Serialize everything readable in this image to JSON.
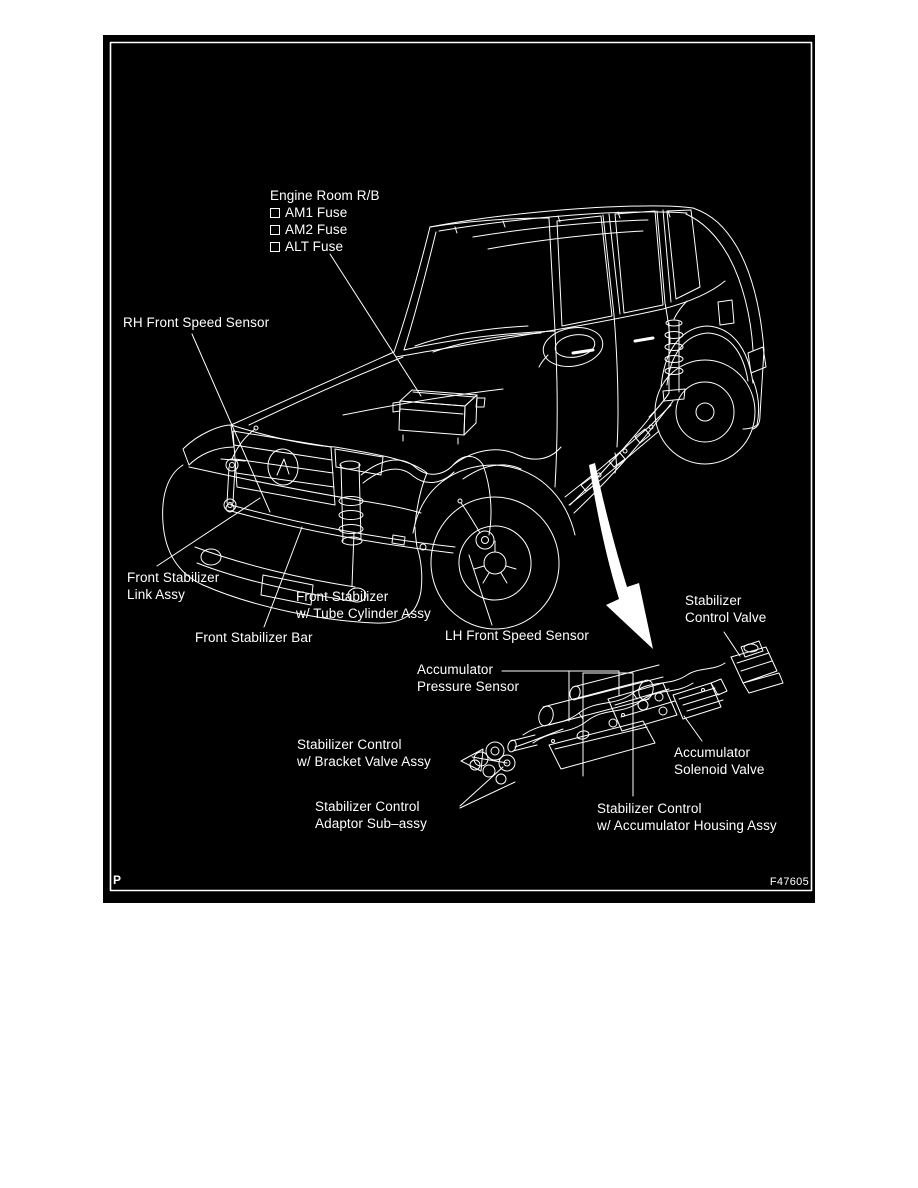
{
  "page": {
    "page_letter": "P",
    "figure_code": "F47605"
  },
  "colors": {
    "page_background": "#ffffff",
    "panel_background": "#000000",
    "line_color": "#ffffff",
    "text_color": "#ffffff"
  },
  "diagram": {
    "subject": "SUV front stabilizer and stabilizer control component locations",
    "callouts": {
      "engine_room_rb": {
        "title": "Engine Room R/B",
        "fuses": [
          "AM1 Fuse",
          "AM2 Fuse",
          "ALT Fuse"
        ]
      },
      "rh_front_speed_sensor": {
        "line1": "RH Front Speed Sensor"
      },
      "front_stabilizer_link_assy": {
        "line1": "Front Stabilizer",
        "line2": "Link Assy"
      },
      "front_stabilizer_w_tube_cylinder_assy": {
        "line1": "Front Stabilizer",
        "line2": "w/ Tube Cylinder Assy"
      },
      "front_stabilizer_bar": {
        "line1": "Front Stabilizer Bar"
      },
      "lh_front_speed_sensor": {
        "line1": "LH Front Speed Sensor"
      },
      "stabilizer_control_valve": {
        "line1": "Stabilizer",
        "line2": "Control Valve"
      },
      "accumulator_pressure_sensor": {
        "line1": "Accumulator",
        "line2": "Pressure Sensor"
      },
      "stabilizer_control_w_bracket_valve_assy": {
        "line1": "Stabilizer Control",
        "line2": "w/ Bracket Valve Assy"
      },
      "accumulator_solenoid_valve": {
        "line1": "Accumulator",
        "line2": "Solenoid Valve"
      },
      "stabilizer_control_adaptor_sub_assy": {
        "line1": "Stabilizer Control",
        "line2": "Adaptor Sub–assy"
      },
      "stabilizer_control_w_accumulator_housing_assy": {
        "line1": "Stabilizer Control",
        "line2": "w/ Accumulator Housing Assy"
      }
    }
  }
}
